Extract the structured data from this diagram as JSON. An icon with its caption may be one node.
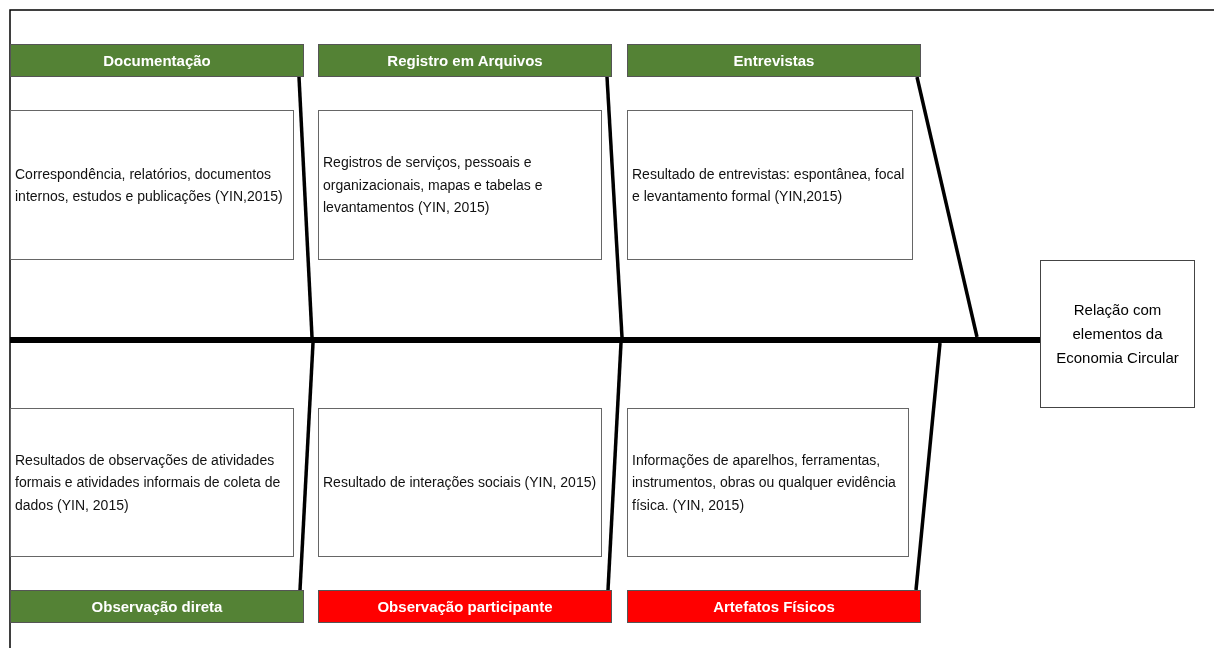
{
  "diagram": {
    "nodes": [
      {
        "text": [
          "Documentação"
        ]
      },
      {
        "text": [
          "Registro em Arquivos"
        ]
      },
      {
        "text": [
          "Entrevistas"
        ]
      },
      {
        "text": [
          "Correspondência, relatórios, documentos internos, estudos e publicações (YIN,2015)"
        ]
      },
      {
        "text": [
          "Registros de serviços, pessoais e organizacionais, mapas e tabelas e levantamentos (YIN, 2015)"
        ]
      },
      {
        "text": [
          "Resultado de entrevistas: espontânea, focal e levantamento formal (YIN,2015)"
        ]
      },
      {
        "text": [
          "Relação com elementos da Economia Circular"
        ]
      },
      {
        "text": [
          "Resultados de observações de atividades formais e atividades informais de coleta de dados (YIN, 2015)"
        ]
      },
      {
        "text": [
          "Resultado de interações sociais (YIN, 2015)"
        ]
      },
      {
        "text": [
          "Informações de aparelhos, ferramentas, instrumentos, obras ou qualquer evidência física. (YIN, 2015)"
        ]
      },
      {
        "text": [
          "Observação direta"
        ]
      },
      {
        "text": [
          "Observação participante"
        ]
      },
      {
        "text": [
          "Artefatos Físicos"
        ]
      },
      {
        "text": [],
        "shape": "bar"
      }
    ],
    "edges": [
      {
        "from": 0,
        "to": 13,
        "arrow": "none"
      },
      {
        "from": 1,
        "to": 13,
        "arrow": "none"
      },
      {
        "from": 2,
        "to": 13,
        "arrow": "none"
      },
      {
        "from": 10,
        "to": 13,
        "arrow": "none"
      },
      {
        "from": 11,
        "to": 13,
        "arrow": "none"
      },
      {
        "from": 12,
        "to": 13,
        "arrow": "none"
      }
    ]
  }
}
